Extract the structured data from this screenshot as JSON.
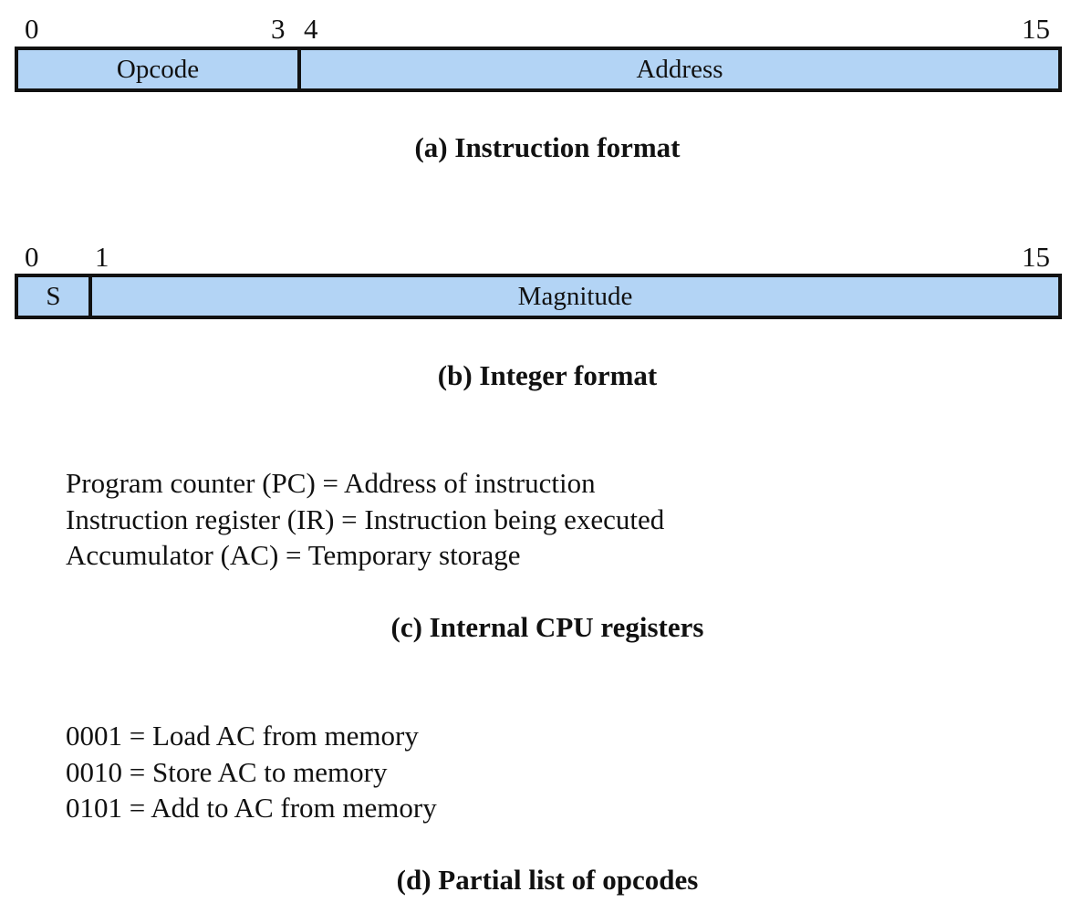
{
  "colors": {
    "field_fill": "#b3d4f5",
    "border": "#111111",
    "text": "#111111",
    "background": "#ffffff"
  },
  "instruction_format": {
    "bit_labels": [
      "0",
      "3",
      "4",
      "15"
    ],
    "fields": [
      {
        "label": "Opcode",
        "bits": "0-3"
      },
      {
        "label": "Address",
        "bits": "4-15"
      }
    ],
    "caption": "(a) Instruction format"
  },
  "integer_format": {
    "bit_labels": [
      "0",
      "1",
      "15"
    ],
    "fields": [
      {
        "label": "S",
        "bits": "0"
      },
      {
        "label": "Magnitude",
        "bits": "1-15"
      }
    ],
    "caption": "(b) Integer format"
  },
  "cpu_registers": {
    "lines": [
      "Program counter (PC) = Address of instruction",
      "Instruction register (IR) = Instruction being executed",
      "Accumulator (AC) = Temporary storage"
    ],
    "caption": "(c) Internal CPU registers"
  },
  "opcodes": {
    "lines": [
      "0001 = Load AC from memory",
      "0010 = Store AC to memory",
      "0101 = Add to AC from memory"
    ],
    "caption": "(d) Partial list of opcodes"
  }
}
